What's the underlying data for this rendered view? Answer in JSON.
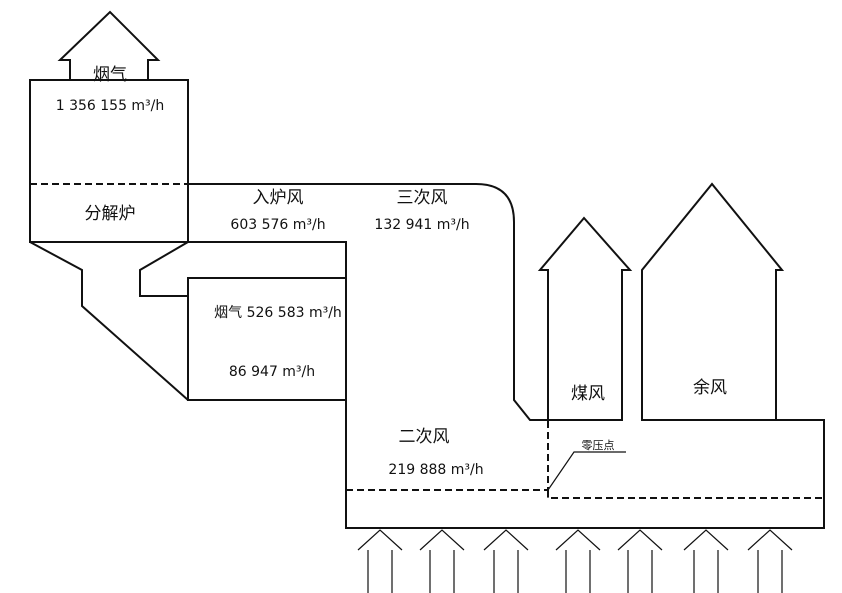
{
  "labels": {
    "top_flue_gas": "烟气",
    "top_flue_gas_rate": "1 356 155 m³/h",
    "calciner": "分解炉",
    "furnace_air": "入炉风",
    "furnace_air_rate": "603 576 m³/h",
    "tertiary_air": "三次风",
    "tertiary_air_rate": "132 941 m³/h",
    "preheater_flue_gas": "烟气 526 583 m³/h",
    "preheater_rate": "86 947 m³/h",
    "coal_air": "煤风",
    "excess_air": "余风",
    "secondary_air": "二次风",
    "secondary_air_rate": "219 888 m³/h",
    "zero_pressure_point": "零压点"
  }
}
